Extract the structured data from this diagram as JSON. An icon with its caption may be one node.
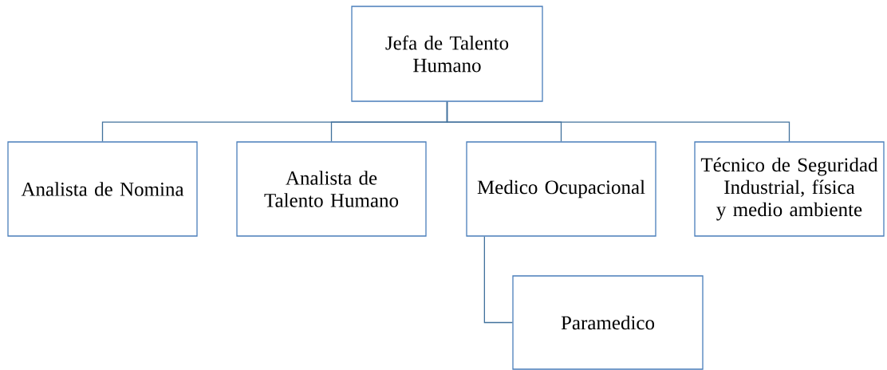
{
  "diagram": {
    "nodes": [
      {
        "text": [
          "Jefa de Talento Humano"
        ]
      },
      {
        "text": [
          "Analista de Nomina"
        ]
      },
      {
        "text": [
          "Analista de Talento Humano"
        ]
      },
      {
        "text": [
          "Medico Ocupacional"
        ]
      },
      {
        "text": [
          "Técnico de Seguridad Industrial, física y medio ambiente"
        ]
      },
      {
        "text": [
          "Paramedico"
        ]
      }
    ],
    "edges": [
      {
        "from": 0,
        "to": 1,
        "arrow": "none"
      },
      {
        "from": 0,
        "to": 2,
        "arrow": "none"
      },
      {
        "from": 0,
        "to": 3,
        "arrow": "none"
      },
      {
        "from": 0,
        "to": 4,
        "arrow": "none"
      },
      {
        "from": 3,
        "to": 5,
        "arrow": "none"
      }
    ]
  }
}
